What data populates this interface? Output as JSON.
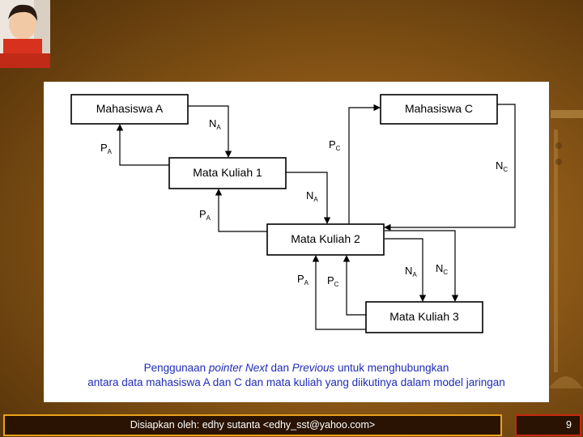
{
  "boxes": {
    "mahasiswa_a": "Mahasiswa A",
    "mahasiswa_c": "Mahasiswa C",
    "mata_kuliah_1": "Mata Kuliah 1",
    "mata_kuliah_2": "Mata Kuliah 2",
    "mata_kuliah_3": "Mata Kuliah 3"
  },
  "pointers": {
    "next": "N",
    "prev": "P",
    "sub_a": "A",
    "sub_c": "C"
  },
  "caption": {
    "l1_a": "Penggunaan ",
    "l1_b": "pointer Next",
    "l1_c": " dan ",
    "l1_d": "Previous",
    "l1_e": " untuk menghubungkan",
    "line2": "antara data mahasiswa A dan C dan mata kuliah yang diikutinya dalam model jaringan"
  },
  "footer": {
    "text": "Disiapkan oleh: edhy sutanta <edhy_sst@yahoo.com>",
    "page_number": "9"
  },
  "colors": {
    "caption": "#1f2db8",
    "footer_border": "#e9a21a",
    "page_border": "#c7280e"
  }
}
